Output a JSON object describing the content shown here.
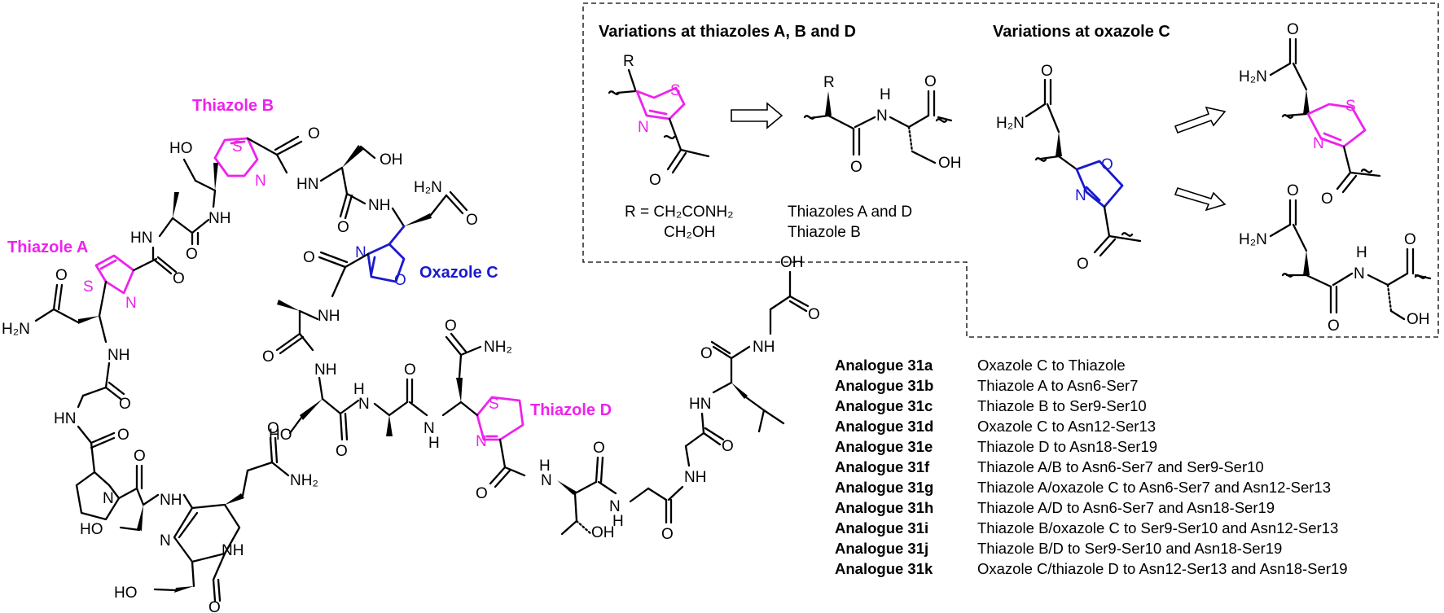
{
  "labels": {
    "thiazole_a": "Thiazole A",
    "thiazole_b": "Thiazole B",
    "oxazole_c": "Oxazole C",
    "thiazole_d": "Thiazole D"
  },
  "atoms": {
    "s": "S",
    "n": "N",
    "o": "O",
    "nh": "NH",
    "hn": "HN",
    "h": "H",
    "oh": "OH",
    "ho": "HO",
    "h2n": "H₂N",
    "nh2": "NH₂",
    "r": "R"
  },
  "inset": {
    "heading_left": "Variations at thiazoles A, B and D",
    "heading_right": "Variations at oxazole C",
    "r_line1": "R = CH₂CONH₂",
    "r_line2": "CH₂OH",
    "assign_line1": "Thiazoles A and D",
    "assign_line2": "Thiazole B"
  },
  "analogues": [
    {
      "code": "Analogue 31a",
      "change": "Oxazole C to Thiazole"
    },
    {
      "code": "Analogue 31b",
      "change": "Thiazole A to Asn6-Ser7"
    },
    {
      "code": "Analogue 31c",
      "change": "Thiazole B to Ser9-Ser10"
    },
    {
      "code": "Analogue 31d",
      "change": "Oxazole C to Asn12-Ser13"
    },
    {
      "code": "Analogue 31e",
      "change": "Thiazole D to Asn18-Ser19"
    },
    {
      "code": "Analogue 31f",
      "change": "Thiazole A/B to Asn6-Ser7 and Ser9-Ser10"
    },
    {
      "code": "Analogue 31g",
      "change": "Thiazole A/oxazole C to Asn6-Ser7 and Asn12-Ser13"
    },
    {
      "code": "Analogue 31h",
      "change": "Thiazole A/D to Asn6-Ser7 and Asn18-Ser19"
    },
    {
      "code": "Analogue 31i",
      "change": "Thiazole B/oxazole C to Ser9-Ser10 and Asn12-Ser13"
    },
    {
      "code": "Analogue 31j",
      "change": "Thiazole B/D to Ser9-Ser10 and Asn18-Ser19"
    },
    {
      "code": "Analogue 31k",
      "change": "Oxazole C/thiazole D to Asn12-Ser13 and Asn18-Ser19"
    }
  ],
  "colors": {
    "thiazole": "#ee22ee",
    "oxazole": "#1a1acc",
    "bond": "#000000"
  }
}
